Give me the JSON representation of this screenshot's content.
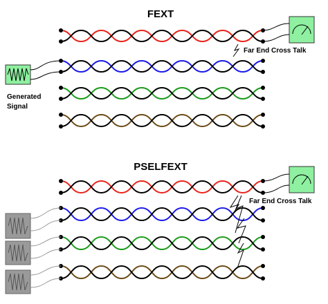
{
  "diagram": {
    "top": {
      "title": "FEXT",
      "generator_label_line1": "Generated",
      "generator_label_line2": "Signal",
      "crosstalk_label": "Far End Cross Talk"
    },
    "bottom": {
      "title": "PSELFEXT",
      "crosstalk_label": "Far End Cross Talk"
    },
    "colors": {
      "black_wire": "#000000",
      "pair1": "#e8231a",
      "pair2": "#1a1ae8",
      "pair3": "#1a9a1a",
      "pair4": "#6b4a16",
      "generator_active": "#8ef0a0",
      "generator_idle": "#9a9a9a",
      "meter_face": "#8ef0a0"
    },
    "icons": [
      "signal-generator-icon",
      "crosstalk-meter-icon",
      "lightning-bolt-icon"
    ]
  }
}
